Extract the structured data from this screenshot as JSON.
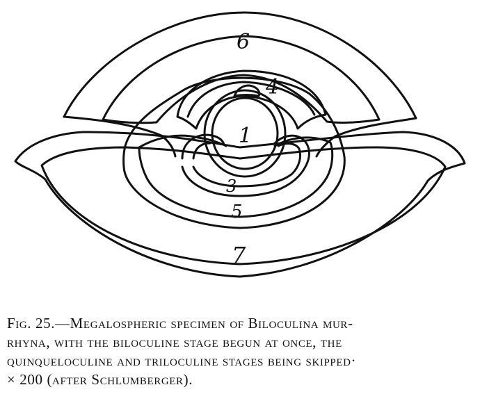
{
  "figure": {
    "chamber_labels": {
      "chamber_1": "1",
      "chamber_3": "3",
      "chamber_4": "4",
      "chamber_5": "5",
      "chamber_6": "6",
      "chamber_7": "7"
    },
    "caption": {
      "line_1": "Fig. 25.—Megalospheric specimen of Biloculina mur-",
      "line_2": "rhyna, with the biloculine stage begun at once, the",
      "line_3": "quinqueloculine and triloculine stages being skipped·",
      "line_4": "× 200 (after Schlumberger)."
    }
  }
}
